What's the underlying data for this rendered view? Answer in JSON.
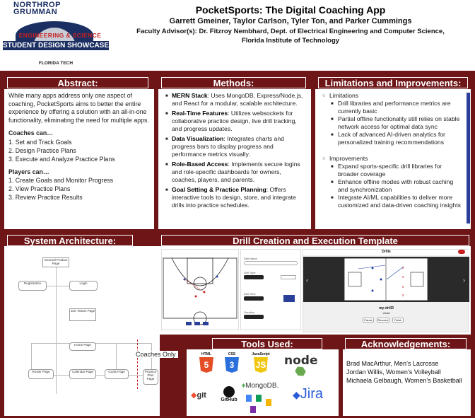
{
  "header": {
    "logo_company": "NORTHROP GRUMMAN",
    "logo_event_line1": "ENGINEERING & SCIENCE",
    "logo_event_line2": "STUDENT DESIGN SHOWCASE",
    "logo_school": "FLORIDA TECH",
    "title": "PocketSports: The Digital Coaching App",
    "authors": "Garrett Gmeiner, Taylor Carlson, Tyler Ton, and Parker Cummings",
    "advisor": "Faculty Advisor(s): Dr. Fitzroy Nembhard, Dept. of Electrical Engineering and Computer Science, Florida Institute of Technology"
  },
  "abstract": {
    "heading": "Abstract:",
    "intro": "While many apps address only one aspect of coaching, PocketSports aims to better the entire experience by offering a solution with an all-in-one functionality, eliminating the need for multiple apps.",
    "coaches_heading": "Coaches can…",
    "coaches": [
      "1.  Set and Track Goals",
      "2.  Design Practice Plans",
      "3.  Execute and Analyze Practice Plans"
    ],
    "players_heading": "Players can…",
    "players": [
      "1. Create Goals and Monitor Progress",
      "2.  View Practice Plans",
      "3.  Review Practice Results"
    ]
  },
  "methods": {
    "heading": "Methods:",
    "items": [
      {
        "label": "MERN Stack",
        "text": ": Uses MongoDB, Express/Node.js, and React for a modular, scalable architecture."
      },
      {
        "label": "Real-Time Features",
        "text": ": Utilizes websockets for collaborative practice design, live drill tracking, and progress updates."
      },
      {
        "label": "Data Visualization",
        "text": ": Integrates charts and progress bars to display progress and performance metrics visually."
      },
      {
        "label": "Role-Based Access",
        "text": ": Implements secure logins and role-specific dashboards for owners, coaches, players, and parents."
      },
      {
        "label": "Goal Setting & Practice Planning",
        "text": ": Offers interactive tools to design, store, and integrate drills into practice schedules."
      }
    ]
  },
  "limitations": {
    "heading": "Limitations and Improvements:",
    "lim_heading": "Limitations",
    "lim_items": [
      "Drill libraries and performance metrics are currently basic",
      "Partial offline functionality still relies on stable network access for optimal data sync",
      "Lack of advanced AI-driven analytics for personalized training recommendations"
    ],
    "imp_heading": "Improvements",
    "imp_items": [
      "Expand sports-specific drill libraries for broader coverage",
      "Enhance offline modes with robust caching and synchronization",
      "Integrate AI/ML capabilities to deliver more customized and data-driven coaching insights"
    ]
  },
  "architecture": {
    "heading": "System Architecture:",
    "boxes": [
      "General Product Page",
      "Registration",
      "Login",
      "Join Teams Page",
      "Home Page",
      "Roster Page",
      "Calendar Page",
      "Goals Page",
      "Practice Plan Page"
    ],
    "coaches_only": "Coaches Only"
  },
  "drill": {
    "heading": "Drill Creation and Execution Template",
    "window_title": "Drills",
    "drill_name": "my-drill3",
    "drill_sub": "Vindd",
    "buttons": [
      "Pause",
      "Resume",
      "Finish"
    ],
    "form_labels": [
      "Drill Name",
      "Drill Type",
      "Drill Time",
      "Duration"
    ]
  },
  "tools": {
    "heading": "Tools Used:",
    "logos": [
      "HTML",
      "CSS",
      "JavaScript",
      "node",
      "git",
      "GitHub",
      "MongoDB.",
      "Jira"
    ]
  },
  "acknowledgements": {
    "heading": "Acknowledgements:",
    "names": [
      "Brad MacArthur, Men’s Lacrosse",
      "Jordan Willis, Women’s Volleyball",
      "Michaela Gelbaugh, Women’s Basketball"
    ]
  },
  "colors": {
    "maroon": "#6d1517",
    "navy": "#1b2f63",
    "accent_red": "#c8201f"
  }
}
